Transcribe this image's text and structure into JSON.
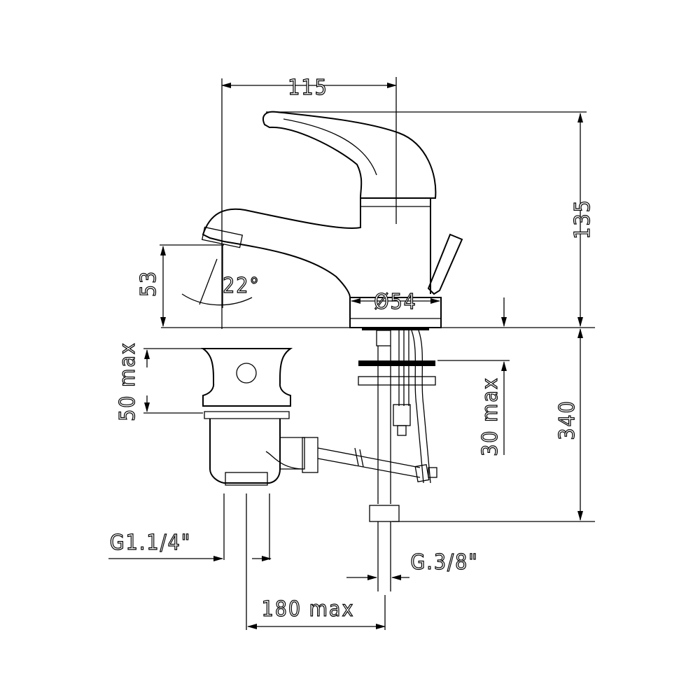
{
  "drawing": {
    "title": "Single lever basin mixer dimensional drawing",
    "dimensions": {
      "width_top": "115",
      "height_total": "135",
      "spout_height": "53",
      "spout_angle": "22°",
      "base_diameter": "Ø54",
      "drain_range": "50 max",
      "deck_thickness": "30 max",
      "hose_length": "340",
      "drain_thread": "G1.1/4\"",
      "supply_thread": "G.3/8\"",
      "rod_length": "180 max"
    },
    "colors": {
      "line": "#000000",
      "background": "#ffffff"
    }
  }
}
